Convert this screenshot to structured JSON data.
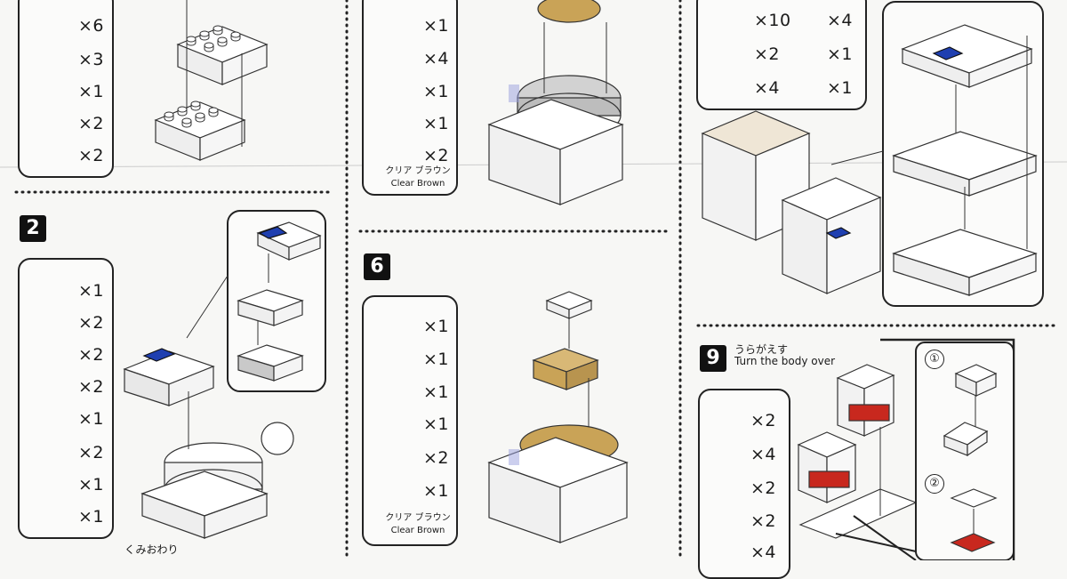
{
  "page": {
    "background": "#f7f7f5"
  },
  "colors": {
    "white_brick": "#ffffff",
    "outline": "#333333",
    "blue": "#1f3fb0",
    "clear_brown": "#c9a357",
    "red": "#c8281e",
    "gray": "#b9b9b9"
  },
  "steps": [
    {
      "number": "",
      "parts": [
        "×6",
        "×3",
        "×1",
        "×2",
        "×2"
      ]
    },
    {
      "number": "2",
      "parts": [
        "×1",
        "×2",
        "×2",
        "×2",
        "×1",
        "×2",
        "×1",
        "×1"
      ],
      "note_jp": "くみおわり"
    },
    {
      "number": "",
      "parts": [
        "×1",
        "×4",
        "×1",
        "×1",
        "×2"
      ],
      "caption_jp": "クリア ブラウン",
      "caption_en": "Clear Brown"
    },
    {
      "number": "6",
      "parts": [
        "×1",
        "×1",
        "×1",
        "×1",
        "×2",
        "×1"
      ],
      "caption_jp": "クリア ブラウン",
      "caption_en": "Clear Brown"
    },
    {
      "number": "",
      "parts": [
        "×10",
        "×4",
        "×2",
        "×1",
        "×4",
        "×1"
      ]
    },
    {
      "number": "9",
      "parts": [
        "×2",
        "×4",
        "×2",
        "×2",
        "×4"
      ],
      "note_jp": "うらがえす",
      "note_en": "Turn the body over",
      "sub_steps": [
        "①",
        "②"
      ]
    }
  ]
}
